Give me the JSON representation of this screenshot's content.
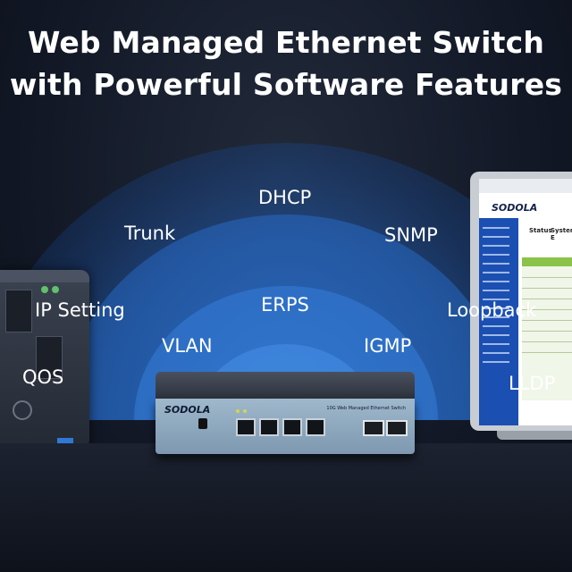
{
  "headline": {
    "line1": "Web Managed Ethernet Switch",
    "line2": "with Powerful Software Features"
  },
  "features": [
    {
      "id": "dhcp",
      "label": "DHCP"
    },
    {
      "id": "trunk",
      "label": "Trunk"
    },
    {
      "id": "snmp",
      "label": "SNMP"
    },
    {
      "id": "ip-setting",
      "label": "IP Setting"
    },
    {
      "id": "erps",
      "label": "ERPS"
    },
    {
      "id": "loopback",
      "label": "Loopback"
    },
    {
      "id": "vlan",
      "label": "VLAN"
    },
    {
      "id": "igmp",
      "label": "IGMP"
    },
    {
      "id": "qos",
      "label": "QOS"
    },
    {
      "id": "lldp",
      "label": "LLDP"
    }
  ],
  "device": {
    "brand": "SODOLA",
    "model": "10G Web Managed Ethernet Switch"
  },
  "laptop_ui": {
    "brand": "SODOLA",
    "tab_status": "Status",
    "tab_system": "System E"
  },
  "colors": {
    "arc_glow": "#2f7fe0",
    "background": "#121826",
    "text": "#ffffff"
  }
}
